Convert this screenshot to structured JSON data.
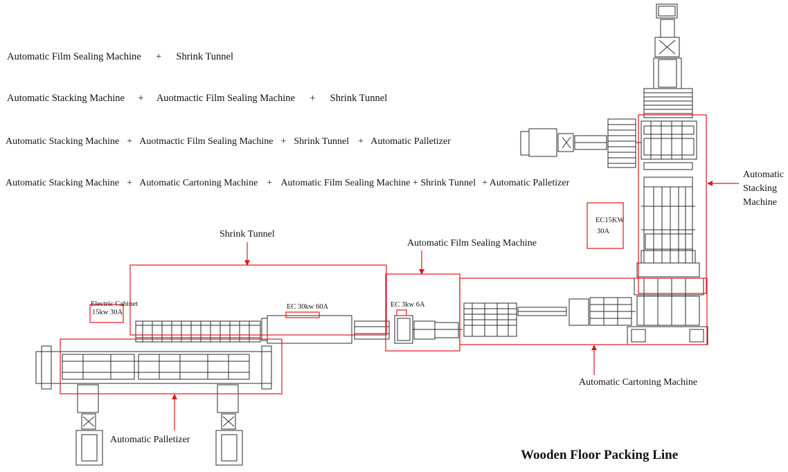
{
  "configurations": [
    {
      "parts": [
        "Automatic Film Sealing Machine",
        "+",
        "Shrink Tunnel"
      ]
    },
    {
      "parts": [
        "Automatic Stacking Machine",
        "+",
        "Auotmactic Film Sealing Machine",
        "+",
        "Shrink Tunnel"
      ]
    },
    {
      "parts": [
        "Automatic Stacking Machine",
        "+",
        "Auotmactic Film Sealing Machine",
        "+",
        "Shrink Tunnel",
        "+",
        "Automatic Palletizer"
      ]
    },
    {
      "parts": [
        "Automatic Stacking Machine",
        "+",
        "Automatic Cartoning Machine",
        "+",
        "Automatic Film Sealing Machine",
        "+",
        "Shrink Tunnel",
        "+",
        "Automatic Palletizer"
      ]
    }
  ],
  "labels": {
    "shrink_tunnel": "Shrink Tunnel",
    "film_sealing": "Automatic Film Sealing Machine",
    "stacking_line1": "Automatic",
    "stacking_line2": "Stacking",
    "stacking_line3": "Machine",
    "cartoning": "Automatic Cartoning Machine",
    "palletizer": "Automatic Palletizer"
  },
  "cabinets": {
    "ec15_line1": "EC15KW",
    "ec15_line2": "30A",
    "electric_line1": "Electric Cabinet",
    "electric_line2": "15kw 30A",
    "ec30": "EC 30kw 60A",
    "ec3": "EC 3kw 6A"
  },
  "title": "Wooden Floor Packing Line",
  "colors": {
    "highlight": "#e0161c",
    "drawing": "#2a2a2a"
  }
}
